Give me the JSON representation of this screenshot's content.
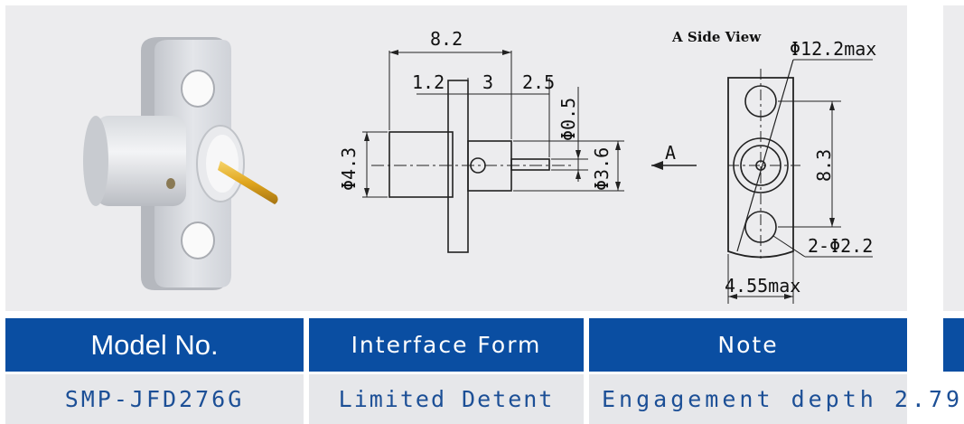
{
  "drawing": {
    "side_view_label": "A Side View",
    "view_arrow_label": "A",
    "dims": {
      "total_length": "8.2",
      "d1": "1.2",
      "d2": "3",
      "d3": "2.5",
      "pin_dia": "Φ0.5",
      "body_dia": "Φ4.3",
      "ins_dia": "Φ3.6",
      "flange_dia": "Φ12.2max",
      "hole_spacing": "8.3",
      "hole_dia": "2-Φ2.2",
      "flange_width": "4.55max"
    }
  },
  "table": {
    "headers": [
      "Model No.",
      "Interface Form",
      "Note"
    ],
    "row": [
      "SMP-JFD276G",
      "Limited Detent",
      "Engagement depth 2.79"
    ]
  },
  "colors": {
    "header_bg": "#0a4ea2",
    "data_bg": "#e6e7ea",
    "data_text": "#1c4f96",
    "panel_bg": "#ececee"
  }
}
